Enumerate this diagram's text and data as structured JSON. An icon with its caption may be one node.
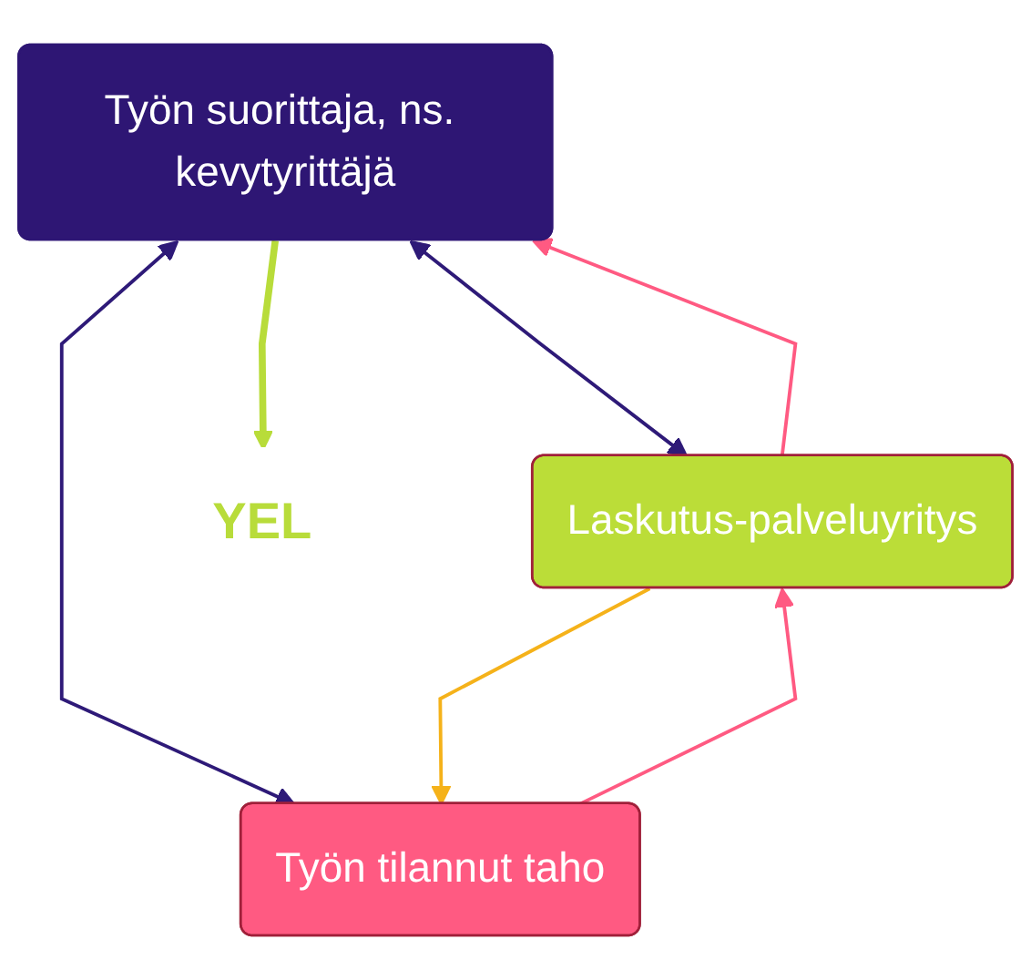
{
  "diagram": {
    "nodes": [
      {
        "text": [
          "Työn suorittaja, ns. kevytyrittäjä"
        ]
      },
      {
        "text": [
          "Laskutus-palveluyritys"
        ]
      },
      {
        "text": [
          "YEL"
        ]
      },
      {
        "text": [
          "Työn tilannut taho"
        ]
      }
    ],
    "edges": [
      {
        "from": 1,
        "to": 0,
        "arrow": "to",
        "color": "#ff5a82"
      },
      {
        "from": 0,
        "to": 1,
        "arrow": "both",
        "color": "#2e1a78"
      },
      {
        "from": 0,
        "to": 2,
        "arrow": "to",
        "color": "#b8dc3a",
        "style": "thick"
      },
      {
        "from": 0,
        "to": 3,
        "arrow": "both",
        "color": "#2e1a78"
      },
      {
        "from": 1,
        "to": 3,
        "arrow": "to",
        "color": "#f5b21a"
      },
      {
        "from": 3,
        "to": 1,
        "arrow": "to",
        "color": "#ff5a82"
      }
    ]
  }
}
